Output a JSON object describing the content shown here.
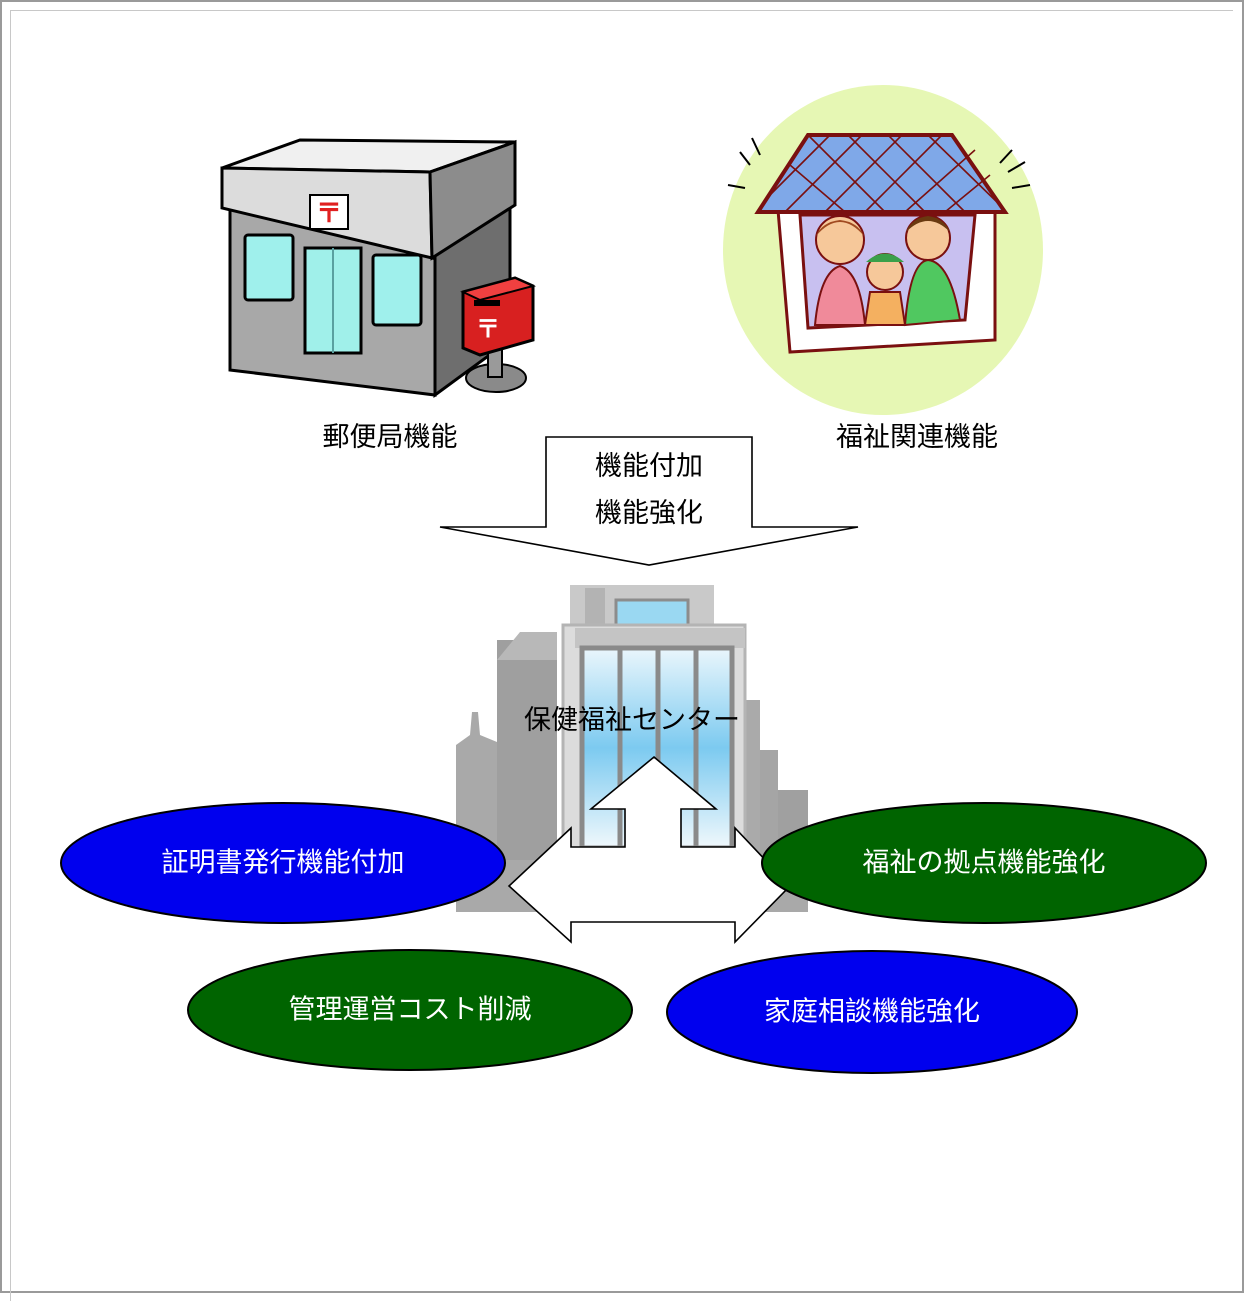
{
  "labels": {
    "post_office": "郵便局機能",
    "welfare": "福祉関連機能",
    "center": "保健福祉センター"
  },
  "arrow_down": {
    "line1": "機能付加",
    "line2": "機能強化"
  },
  "ovals": [
    {
      "text": "証明書発行機能付加",
      "fill": "#0000ee",
      "text_color": "#ffffff"
    },
    {
      "text": "福祉の拠点機能強化",
      "fill": "#006400",
      "text_color": "#ffffff"
    },
    {
      "text": "管理運営コスト削減",
      "fill": "#006400",
      "text_color": "#ffffff"
    },
    {
      "text": "家庭相談機能強化",
      "fill": "#0000ee",
      "text_color": "#ffffff"
    }
  ],
  "colors": {
    "blue_oval": "#0000ee",
    "green_oval": "#006400",
    "post_red": "#e02020",
    "welfare_bg": "#e8f7b8"
  },
  "icons": [
    "post-office-icon",
    "family-house-icon",
    "office-building-icon"
  ]
}
